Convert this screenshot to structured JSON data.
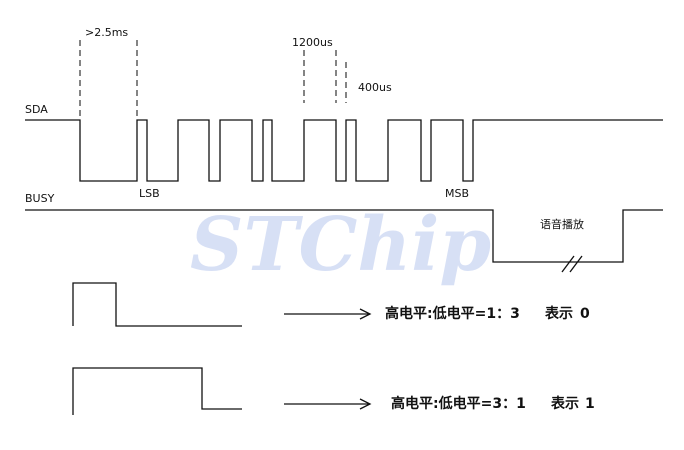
{
  "watermark": "STChip",
  "signals": {
    "sda": "SDA",
    "busy": "BUSY"
  },
  "annotations": {
    "start_low": ">2.5ms",
    "high_time": "1200us",
    "low_time": "400us",
    "lsb": "LSB",
    "msb": "MSB",
    "voice_playing": "语音播放"
  },
  "legend": [
    {
      "ratio_text": "高电平:低电平=1：3",
      "meaning_label": "表示",
      "bit_value": "0"
    },
    {
      "ratio_text": "高电平:低电平=3：1",
      "meaning_label": "表示",
      "bit_value": "1"
    }
  ]
}
